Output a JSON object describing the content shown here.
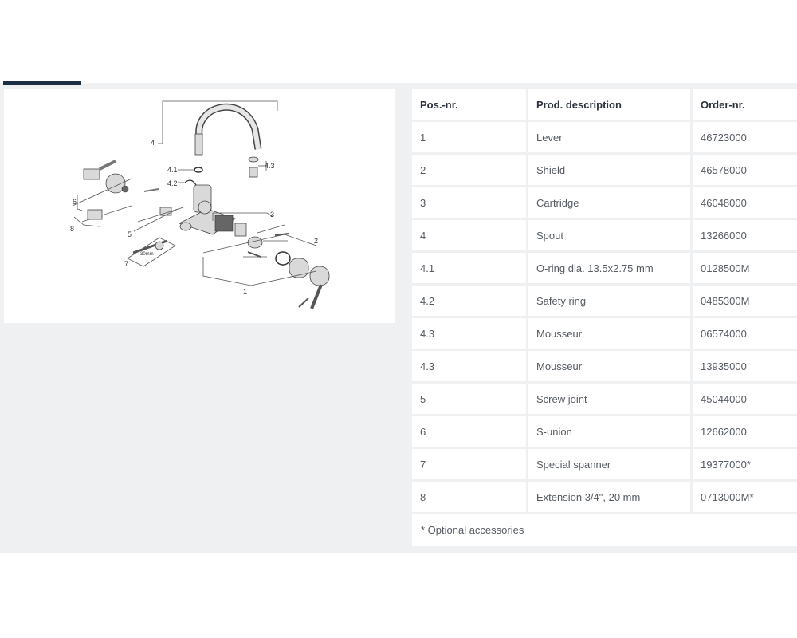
{
  "headers": {
    "pos": "Pos.-nr.",
    "desc": "Prod. description",
    "order": "Order-nr."
  },
  "rows": [
    {
      "pos": "1",
      "desc": "Lever",
      "order": "46723000"
    },
    {
      "pos": "2",
      "desc": "Shield",
      "order": "46578000"
    },
    {
      "pos": "3",
      "desc": "Cartridge",
      "order": "46048000"
    },
    {
      "pos": "4",
      "desc": "Spout",
      "order": "13266000"
    },
    {
      "pos": "4.1",
      "desc": "O-ring dia. 13.5x2.75 mm",
      "order": "0128500M"
    },
    {
      "pos": "4.2",
      "desc": "Safety ring",
      "order": "0485300M"
    },
    {
      "pos": "4.3",
      "desc": "Mousseur",
      "order": "06574000"
    },
    {
      "pos": "4.3",
      "desc": "Mousseur",
      "order": "13935000"
    },
    {
      "pos": "5",
      "desc": "Screw joint",
      "order": "45044000"
    },
    {
      "pos": "6",
      "desc": "S-union",
      "order": "12662000"
    },
    {
      "pos": "7",
      "desc": "Special spanner",
      "order": "19377000*"
    },
    {
      "pos": "8",
      "desc": "Extension 3/4\", 20 mm",
      "order": "0713000M*"
    }
  ],
  "note": "* Optional accessories",
  "diagram": {
    "labels": {
      "l1": "1",
      "l2": "2",
      "l3": "3",
      "l4": "4",
      "l41": "4.1",
      "l42": "4.2",
      "l43": "4.3",
      "l5": "5",
      "l6": "6",
      "l7": "7",
      "l8": "8"
    },
    "spanner_text": "30mm"
  }
}
